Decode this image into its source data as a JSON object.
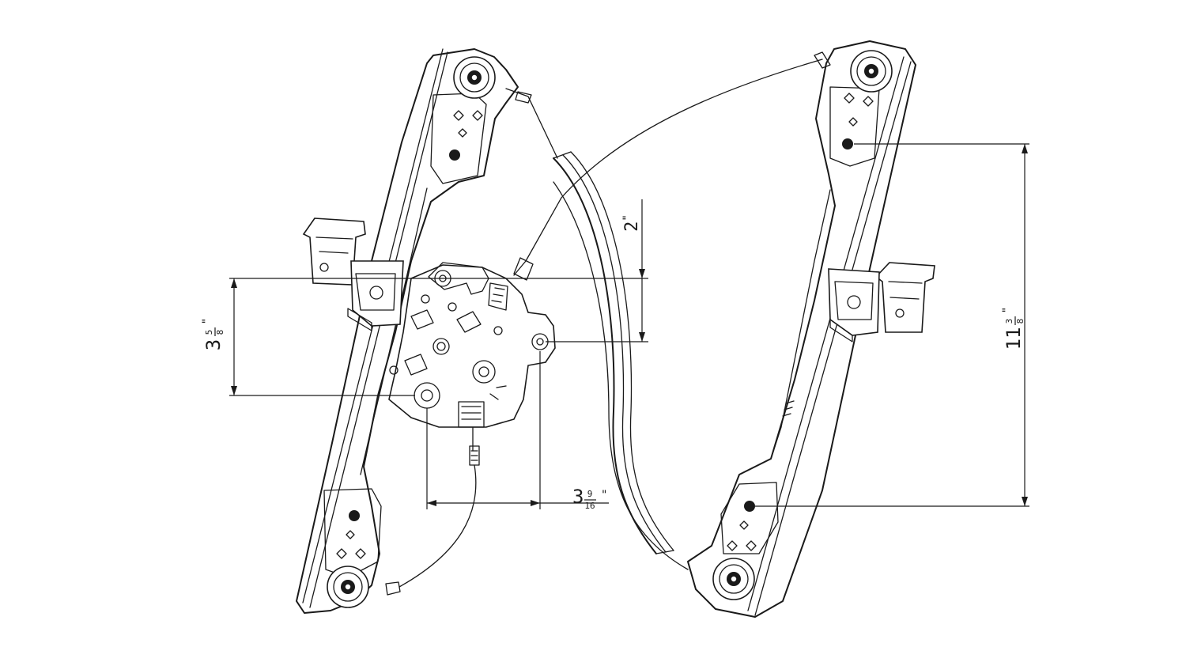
{
  "dimensions": {
    "d_2": {
      "whole": "2",
      "num": "",
      "den": "",
      "unit": "\""
    },
    "d_3_5_8": {
      "whole": "3",
      "num": "5",
      "den": "8",
      "unit": "\""
    },
    "d_3_9_16": {
      "whole": "3",
      "num": "9",
      "den": "16",
      "unit": "\""
    },
    "d_11_3_8": {
      "whole": "11",
      "num": "3",
      "den": "8",
      "unit": "\""
    }
  },
  "colors": {
    "line": "#1a1a1a",
    "background": "#ffffff"
  }
}
